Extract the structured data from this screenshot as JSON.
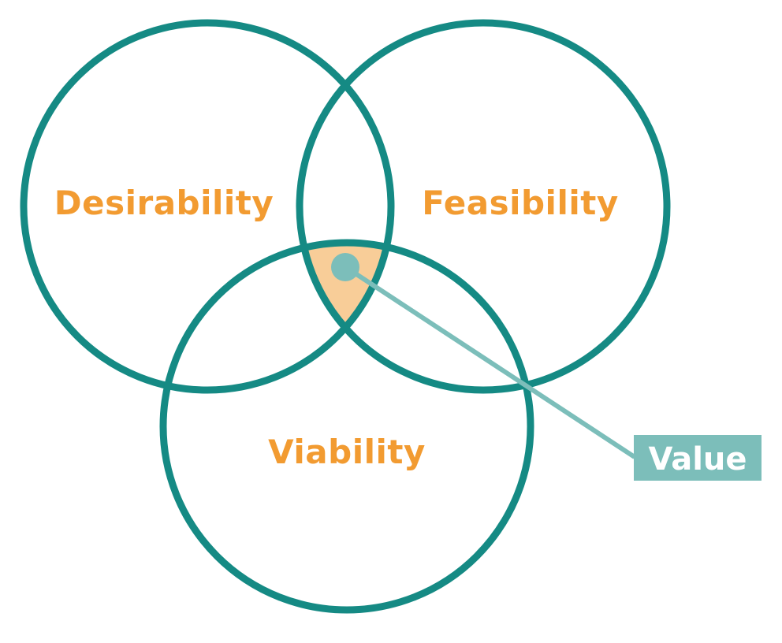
{
  "diagram": {
    "type": "venn",
    "sets": [
      {
        "id": "desirability",
        "label": "Desirability"
      },
      {
        "id": "feasibility",
        "label": "Feasibility"
      },
      {
        "id": "viability",
        "label": "Viability"
      }
    ],
    "intersection": {
      "label": "Value",
      "sets": [
        "desirability",
        "feasibility",
        "viability"
      ]
    }
  },
  "colors": {
    "circle_stroke": "#158A84",
    "label_text": "#F29B31",
    "intersection_fill": "#F8CD98",
    "callout": "#7CBEBA",
    "callout_text": "#FFFFFF"
  }
}
